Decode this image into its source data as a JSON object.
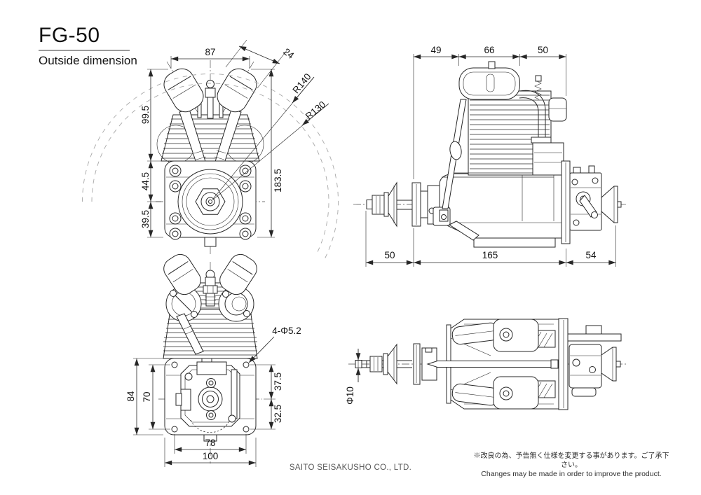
{
  "header": {
    "title": "FG-50",
    "subtitle": "Outside dimension"
  },
  "views": {
    "front": {
      "dims": {
        "top_width": "87",
        "cover_offset": "24",
        "radius_outer": "R140",
        "radius_inner": "R130",
        "upper_height": "99.5",
        "mid_height": "44.5",
        "lower_height": "39.5",
        "total_height": "183.5"
      }
    },
    "side": {
      "dims": {
        "top_front": "49",
        "top_cover": "66",
        "top_rear": "50",
        "bottom_shaft": "50",
        "bottom_body": "165",
        "bottom_carb": "54"
      }
    },
    "rear": {
      "dims": {
        "plate_height": "84",
        "hole_pitch_vertical": "70",
        "hole_callout": "4-Φ5.2",
        "axis_to_top_holes": "37.5",
        "axis_to_bottom_holes": "32.5",
        "hole_pitch_horizontal": "78",
        "plate_width": "100"
      }
    },
    "top": {
      "dims": {
        "shaft_diameter": "Φ10"
      }
    }
  },
  "footer": {
    "company": "SAITO SEISAKUSHO CO., LTD.",
    "note_jp": "※改良の為、予告無く仕様を変更する事があります。ご了承下さい。",
    "note_en": "Changes may be made in order to improve the product."
  }
}
